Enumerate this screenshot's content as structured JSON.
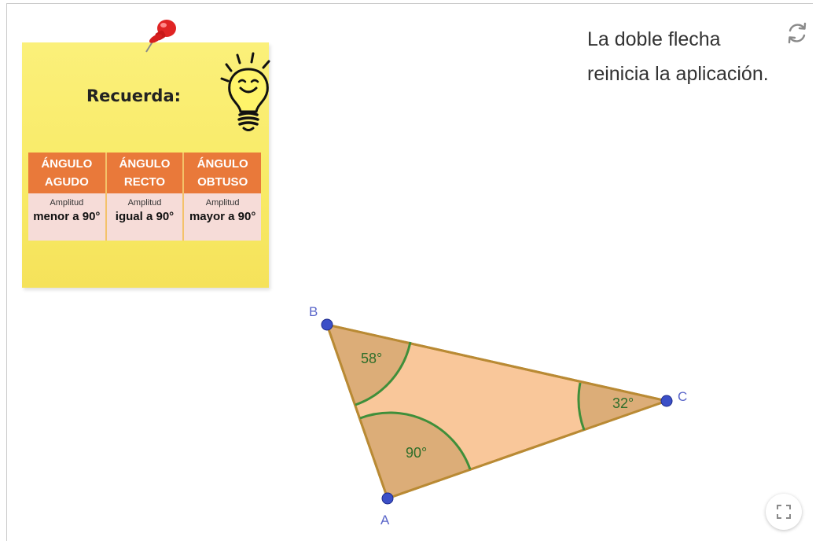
{
  "note": {
    "title": "Recuerda:",
    "table": {
      "headers": [
        {
          "line1": "ÁNGULO",
          "line2": "AGUDO"
        },
        {
          "line1": "ÁNGULO",
          "line2": "RECTO"
        },
        {
          "line1": "ÁNGULO",
          "line2": "OBTUSO"
        }
      ],
      "cells": [
        {
          "label": "Amplitud",
          "value": "menor a 90°"
        },
        {
          "label": "Amplitud",
          "value": "igual a 90°"
        },
        {
          "label": "Amplitud",
          "value": "mayor a 90°"
        }
      ]
    }
  },
  "reset": {
    "line1": "La doble flecha",
    "line2": "reinicia la aplicación.",
    "icon": "refresh-icon"
  },
  "triangle": {
    "points": {
      "A": "A",
      "B": "B",
      "C": "C"
    },
    "angles": {
      "B": "58°",
      "A": "90°",
      "C": "32°"
    },
    "colors": {
      "fill": "#f9c79a",
      "edge": "#b98a34",
      "arc": "#3f8f3a",
      "label": "#2e6e2a",
      "point": "#3b4fc7",
      "point_label": "#5a66c9"
    }
  },
  "controls": {
    "fullscreen_icon": "fullscreen-icon"
  }
}
